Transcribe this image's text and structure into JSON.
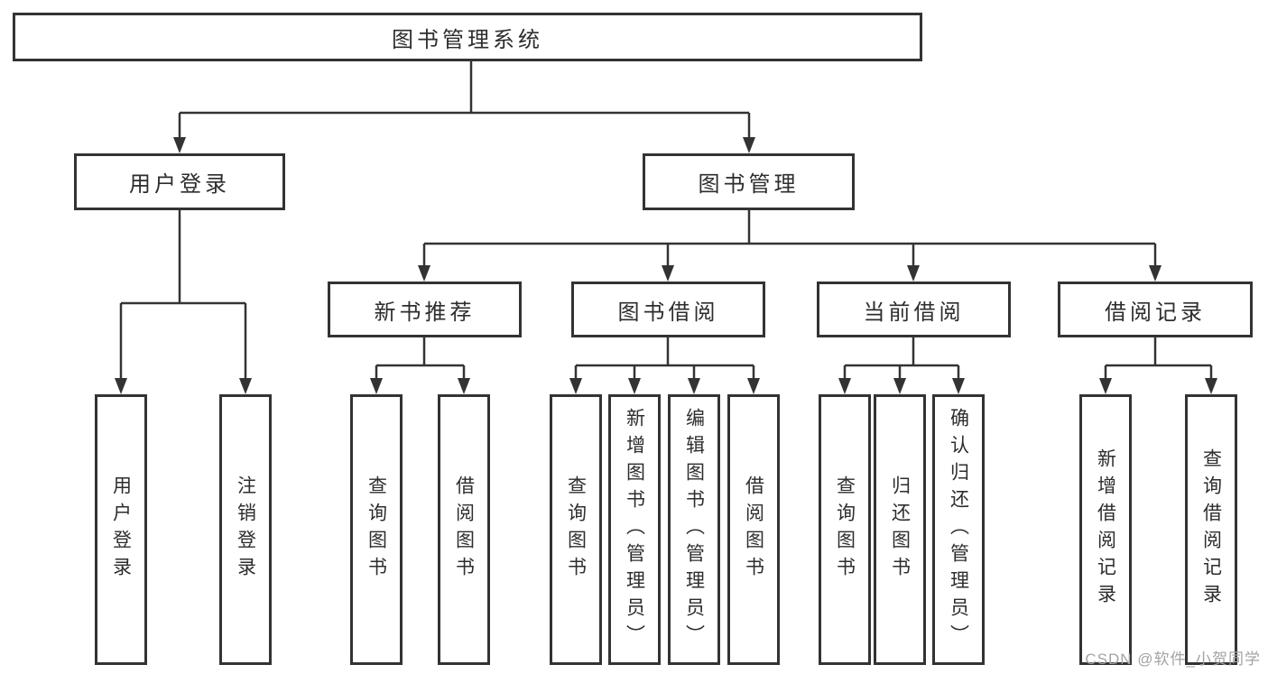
{
  "tree": {
    "root": {
      "label": "图书管理系统"
    },
    "level2": [
      {
        "id": "user-login",
        "label": "用户登录",
        "children": [
          "用户登录",
          "注销登录"
        ]
      },
      {
        "id": "book-management",
        "label": "图书管理"
      }
    ],
    "level3": [
      {
        "id": "new-book-recommend",
        "label": "新书推荐",
        "children": [
          "查询图书",
          "借阅图书"
        ]
      },
      {
        "id": "book-borrow",
        "label": "图书借阅",
        "children": [
          "查询图书",
          "新增图书（管理员）",
          "编辑图书（管理员）",
          "借阅图书"
        ]
      },
      {
        "id": "current-borrow",
        "label": "当前借阅",
        "children": [
          "查询图书",
          "归还图书",
          "确认归还（管理员）"
        ]
      },
      {
        "id": "borrow-record",
        "label": "借阅记录",
        "children": [
          "新增借阅记录",
          "查询借阅记录"
        ]
      }
    ]
  },
  "colors": {
    "line": "#333333",
    "text": "#2d2d2d",
    "watermark": "#a3a3a3"
  },
  "watermark": "CSDN @软件_小贺同学"
}
